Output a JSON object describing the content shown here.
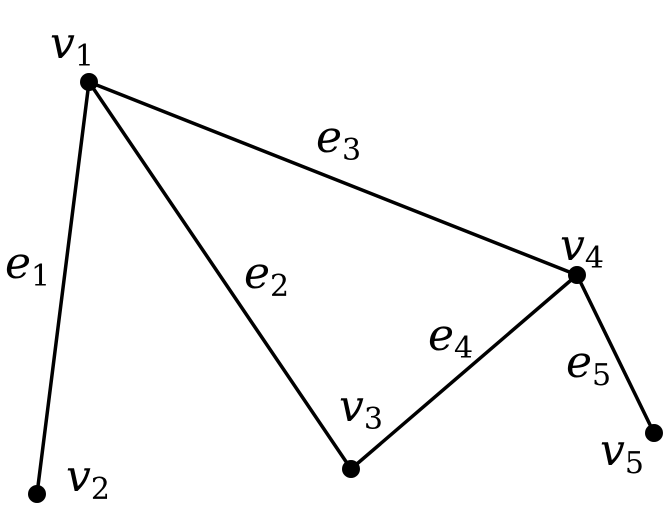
{
  "graph": {
    "vertices": [
      {
        "id": "v1",
        "name": "v",
        "index": "1"
      },
      {
        "id": "v2",
        "name": "v",
        "index": "2"
      },
      {
        "id": "v3",
        "name": "v",
        "index": "3"
      },
      {
        "id": "v4",
        "name": "v",
        "index": "4"
      },
      {
        "id": "v5",
        "name": "v",
        "index": "5"
      }
    ],
    "edges": [
      {
        "id": "e1",
        "name": "e",
        "index": "1",
        "from": "v1",
        "to": "v2"
      },
      {
        "id": "e2",
        "name": "e",
        "index": "2",
        "from": "v1",
        "to": "v3"
      },
      {
        "id": "e3",
        "name": "e",
        "index": "3",
        "from": "v1",
        "to": "v4"
      },
      {
        "id": "e4",
        "name": "e",
        "index": "4",
        "from": "v3",
        "to": "v4"
      },
      {
        "id": "e5",
        "name": "e",
        "index": "5",
        "from": "v4",
        "to": "v5"
      }
    ]
  }
}
